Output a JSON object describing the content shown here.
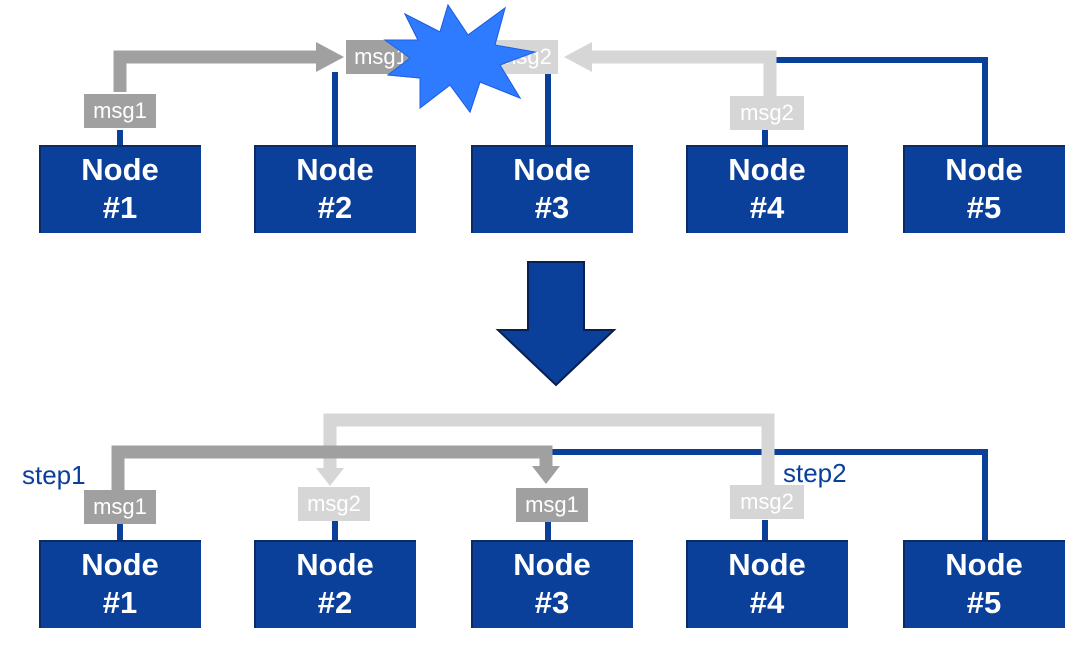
{
  "top": {
    "nodes": [
      {
        "line1": "Node",
        "line2": "#1"
      },
      {
        "line1": "Node",
        "line2": "#2"
      },
      {
        "line1": "Node",
        "line2": "#3"
      },
      {
        "line1": "Node",
        "line2": "#4"
      },
      {
        "line1": "Node",
        "line2": "#5"
      }
    ],
    "tags": {
      "node1_msg": "msg1",
      "node4_msg": "msg2",
      "collision_left": "msg1",
      "collision_right": "msg2"
    }
  },
  "bottom": {
    "nodes": [
      {
        "line1": "Node",
        "line2": "#1"
      },
      {
        "line1": "Node",
        "line2": "#2"
      },
      {
        "line1": "Node",
        "line2": "#3"
      },
      {
        "line1": "Node",
        "line2": "#4"
      },
      {
        "line1": "Node",
        "line2": "#5"
      }
    ],
    "tags": {
      "node1_msg": "msg1",
      "node2_msg": "msg2",
      "node3_msg": "msg1",
      "node4_msg": "msg2"
    },
    "step1": "step1",
    "step2": "step2"
  },
  "colors": {
    "node_fill": "#0a3f9a",
    "bus_line": "#0a3f9a",
    "msg1_arrow": "#a0a0a0",
    "msg2_arrow": "#d6d6d6",
    "collision_burst": "#2f7bff"
  }
}
